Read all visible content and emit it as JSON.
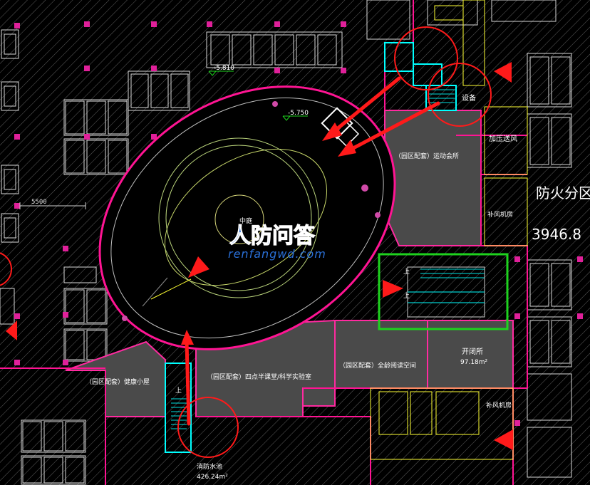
{
  "labels": {
    "elev_1": "-5.810",
    "elev_2": "-5.750",
    "dim_5500": "5500",
    "equipment": "设备",
    "pressurize_fan": "加压送风",
    "sports_hall": "（园区配套）运动会所",
    "fire_compartment": "防火分区",
    "area_3946": "3946.8",
    "supply_fan_room_1": "补风机房",
    "courtyard": "中庭",
    "watermark_cn": "人防问答",
    "watermark_en": "renfangwd.com",
    "kindergarten": "开闭所",
    "kindergarten_area": "97.18m²",
    "art_hall": "（园区配套）全龄阅读空间",
    "science_room": "（园区配套）四点半课堂/科学实验室",
    "health_house": "（园区配套）健康小屋",
    "supply_fan_room_2": "补风机房",
    "fire_pool": "消防水池",
    "fire_pool_area": "426.24m²",
    "stair_mark": "上"
  },
  "colors": {
    "background": "#000000",
    "hatch": "#5a5a5a",
    "magenta": "#ff1493",
    "pink_wall": "#ff2aa0",
    "red": "#ff1a1a",
    "cyan": "#00ffff",
    "green": "#1ed21e",
    "yellow": "#ffff33",
    "gray_fill": "#4a4a4a",
    "outline_white": "#e6e6e6"
  }
}
